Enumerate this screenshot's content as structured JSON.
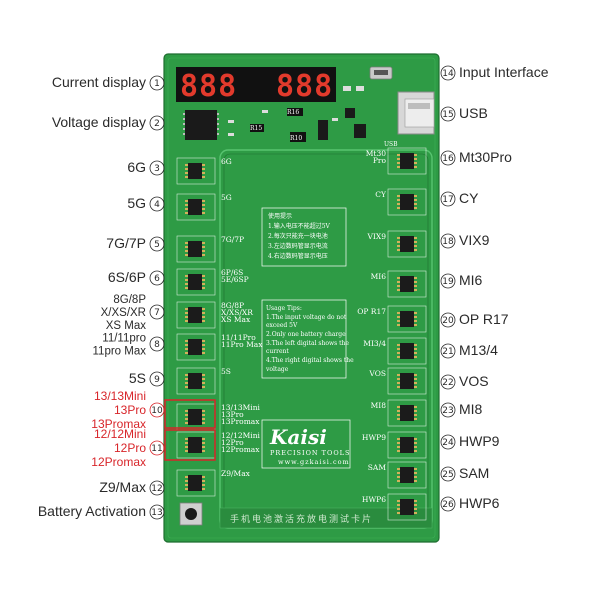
{
  "left_labels": [
    {
      "id": "current-display",
      "text": "Current display",
      "num": "1"
    },
    {
      "id": "voltage-display",
      "text": "Voltage display",
      "num": "2"
    },
    {
      "id": "6g",
      "text": "6G",
      "num": "3"
    },
    {
      "id": "5g",
      "text": "5G",
      "num": "4"
    },
    {
      "id": "7g-7p",
      "text": "7G/7P",
      "num": "5"
    },
    {
      "id": "6s-6p",
      "text": "6S/6P",
      "num": "6"
    },
    {
      "id": "8g-8p",
      "lines": [
        "8G/8P",
        "X/XS/XR",
        "XS Max"
      ],
      "num": "7"
    },
    {
      "id": "11-11pro",
      "lines": [
        "11/11pro",
        "11pro Max"
      ],
      "num": "8"
    },
    {
      "id": "5s",
      "text": "5S",
      "num": "9"
    },
    {
      "id": "13-series",
      "lines": [
        "13/13Mini",
        "13Pro",
        "13Promax"
      ],
      "num": "10"
    },
    {
      "id": "12-series",
      "lines": [
        "12/12Mini",
        "12Pro",
        "12Promax"
      ],
      "num": "11"
    },
    {
      "id": "z9-max",
      "text": "Z9/Max",
      "num": "12"
    },
    {
      "id": "battery-activation",
      "text": "Battery Activation",
      "num": "13"
    }
  ],
  "right_labels": [
    {
      "id": "input-interface",
      "text": "Input Interface",
      "num": "14"
    },
    {
      "id": "usb",
      "text": "USB",
      "num": "15"
    },
    {
      "id": "mt30pro",
      "text": "Mt30Pro",
      "num": "16"
    },
    {
      "id": "cy",
      "text": "CY",
      "num": "17"
    },
    {
      "id": "vix9",
      "text": "VIX9",
      "num": "18"
    },
    {
      "id": "mi6",
      "text": "MI6",
      "num": "19"
    },
    {
      "id": "op-r17",
      "text": "OP R17",
      "num": "20"
    },
    {
      "id": "m13-4",
      "text": "M13/4",
      "num": "21"
    },
    {
      "id": "vos",
      "text": "VOS",
      "num": "22"
    },
    {
      "id": "mi8",
      "text": "MI8",
      "num": "23"
    },
    {
      "id": "hwp9",
      "text": "HWP9",
      "num": "24"
    },
    {
      "id": "sam",
      "text": "SAM",
      "num": "25"
    },
    {
      "id": "hwp6",
      "text": "HWP6",
      "num": "26"
    }
  ],
  "board": {
    "display_left": "888",
    "display_right": "888",
    "usb_label": "USB",
    "r_labels": [
      "R16",
      "R15",
      "R10"
    ],
    "left_slots": [
      {
        "id": "6g",
        "lines": [
          "6G"
        ]
      },
      {
        "id": "5g",
        "lines": [
          "5G"
        ]
      },
      {
        "id": "7g",
        "lines": [
          "7G/7P"
        ]
      },
      {
        "id": "6p",
        "lines": [
          "6P/6S",
          "5E/6SP"
        ]
      },
      {
        "id": "8g",
        "lines": [
          "8G/8P",
          "X/XS/XR",
          "XS Max"
        ]
      },
      {
        "id": "11",
        "lines": [
          "11/11Pro",
          "11Pro Max"
        ]
      },
      {
        "id": "5s",
        "lines": [
          "5S"
        ]
      },
      {
        "id": "13",
        "lines": [
          "13/13Mini",
          "13Pro",
          "13Promax"
        ]
      },
      {
        "id": "12",
        "lines": [
          "12/12Mini",
          "12Pro",
          "12Promax"
        ]
      },
      {
        "id": "z9",
        "lines": [
          "Z9/Max"
        ]
      }
    ],
    "right_slots": [
      {
        "id": "mt30",
        "lines": [
          "Mt30",
          "Pro"
        ]
      },
      {
        "id": "cy",
        "lines": [
          "CY"
        ]
      },
      {
        "id": "vix9",
        "lines": [
          "VIX9"
        ]
      },
      {
        "id": "mi6",
        "lines": [
          "MI6"
        ]
      },
      {
        "id": "opr17",
        "lines": [
          "OP R17"
        ]
      },
      {
        "id": "m134",
        "lines": [
          "MI3/4"
        ]
      },
      {
        "id": "vos",
        "lines": [
          "VOS"
        ]
      },
      {
        "id": "mi8",
        "lines": [
          "MI8"
        ]
      },
      {
        "id": "hwp9",
        "lines": [
          "HWP9"
        ]
      },
      {
        "id": "sam",
        "lines": [
          "SAM"
        ]
      },
      {
        "id": "hwp6",
        "lines": [
          "HWP6"
        ]
      }
    ],
    "cn_tips": [
      "使用提示",
      "1.输入电压不能超过5V",
      "2.每次只能充一块电池",
      "3.左边数码管显示电流",
      "4.右边数码管显示电压"
    ],
    "en_tips": [
      "Usage Tips:",
      "1.The input voltage do not",
      "  exceed 5V",
      "2.Only one battery charge",
      "3.The left digital shows the",
      "  current",
      "4.The right digital shows the",
      "  voltage"
    ],
    "brand": "Kaisi",
    "brand_sub": "PRECISION TOOLS",
    "brand_url": "www.gzkaisi.com",
    "bottom_text": "手机电池激活充放电测试卡片"
  },
  "colors": {
    "pcb": "#2e9b45",
    "pcb_dark": "#237a36",
    "display": "#111111",
    "segment": "#e23a2c",
    "highlight": "#d8252a"
  }
}
